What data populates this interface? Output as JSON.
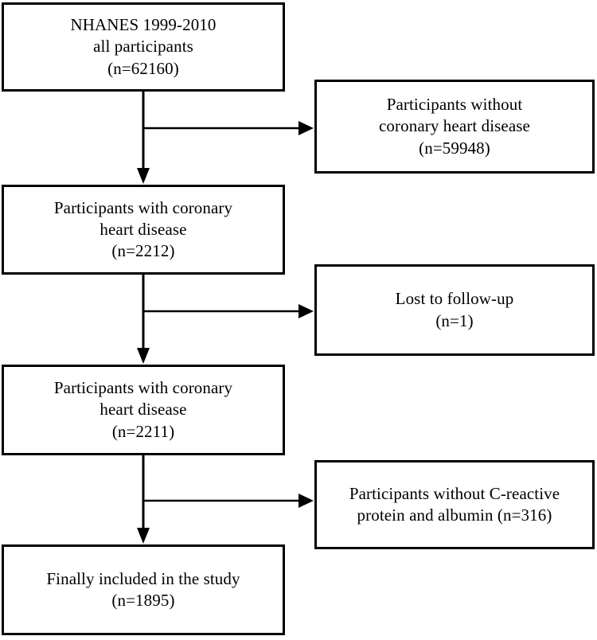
{
  "figure": {
    "type": "flowchart",
    "title": "NHANES study participant selection flow diagram",
    "orientation": "top-to-bottom with right-side exclusion branches",
    "line_color": "#000000",
    "background_color": "#ffffff",
    "text_color": "#000000"
  },
  "nodes": {
    "box_1": {
      "id": "nhanes-all-participants",
      "text": "NHANES 1999-2010\nall participants\n(n=62160)",
      "count_label": "(n=62160)",
      "count": 62160
    },
    "box_a": {
      "id": "excluded-without-chd",
      "text": "Participants without\ncoronary heart disease\n(n=59948)",
      "count_label": "(n=59948)",
      "count": 59948
    },
    "box_2": {
      "id": "participants-with-chd-2212",
      "text": "Participants with coronary\nheart disease\n(n=2212)",
      "count_label": "(n=2212)",
      "count": 2212
    },
    "box_b": {
      "id": "excluded-lost-to-follow-up",
      "text": "Lost to follow-up\n(n=1)",
      "count_label": "(n=1)",
      "count": 1
    },
    "box_3": {
      "id": "participants-with-chd-2211",
      "text": "Participants with coronary\nheart disease\n(n=2211)",
      "count_label": "(n=2211)",
      "count": 2211
    },
    "box_c": {
      "id": "excluded-missing-crp-albumin",
      "text": "Participants without C-reactive\nprotein and albumin (n=316)",
      "count_label": "(n=316)",
      "count": 316
    },
    "box_4": {
      "id": "finally-included",
      "text": "Finally included in the study\n(n=1895)",
      "count_label": "(n=1895)",
      "count": 1895
    }
  },
  "edges": [
    {
      "id": "edge-box1-to-box2",
      "from": "box_1",
      "to": "box_2",
      "kind": "vertical-arrow"
    },
    {
      "id": "edge-box1-to-boxa",
      "from": "box_1",
      "to": "box_a",
      "kind": "branch-right-arrow"
    },
    {
      "id": "edge-box2-to-box3",
      "from": "box_2",
      "to": "box_3",
      "kind": "vertical-arrow"
    },
    {
      "id": "edge-box2-to-boxb",
      "from": "box_2",
      "to": "box_b",
      "kind": "branch-right-arrow"
    },
    {
      "id": "edge-box3-to-box4",
      "from": "box_3",
      "to": "box_4",
      "kind": "vertical-arrow"
    },
    {
      "id": "edge-box3-to-boxc",
      "from": "box_3",
      "to": "box_c",
      "kind": "branch-right-arrow"
    }
  ]
}
